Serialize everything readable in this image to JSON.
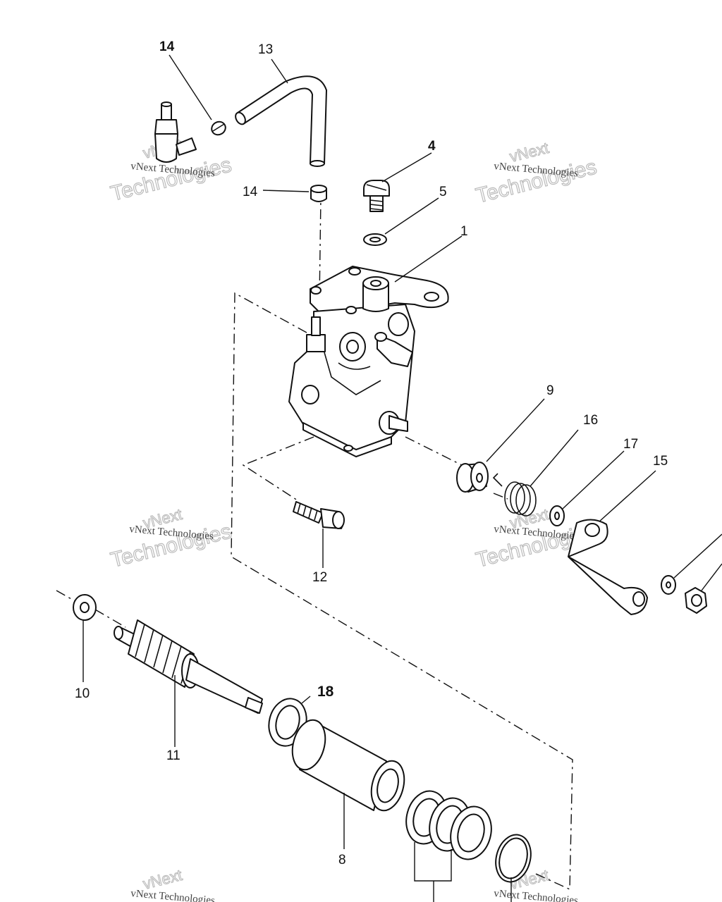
{
  "callouts": {
    "c1": "1",
    "c4": "4",
    "c5": "5",
    "c8": "8",
    "c9": "9",
    "c10": "10",
    "c11": "11",
    "c12": "12",
    "c13": "13",
    "c14a": "14",
    "c14b": "14",
    "c15": "15",
    "c16": "16",
    "c17": "17",
    "c18": "18"
  },
  "watermark": {
    "line1": "vNext Technologies",
    "line2": "Technologies",
    "line3": "vNext"
  }
}
